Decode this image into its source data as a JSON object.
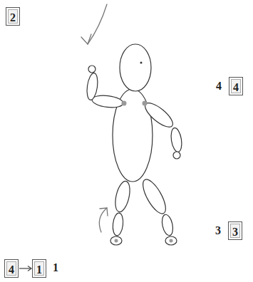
{
  "diagram": {
    "nodes": [
      {
        "text": [
          "2"
        ]
      },
      {
        "text": [
          "4"
        ]
      },
      {
        "text": [
          "3"
        ]
      },
      {
        "text": [
          "4"
        ]
      },
      {
        "text": [
          "1"
        ]
      }
    ],
    "edges": [
      {
        "from": 3,
        "to": 4,
        "arrow": "to"
      }
    ],
    "labels": [
      "4",
      "3",
      "1"
    ]
  }
}
